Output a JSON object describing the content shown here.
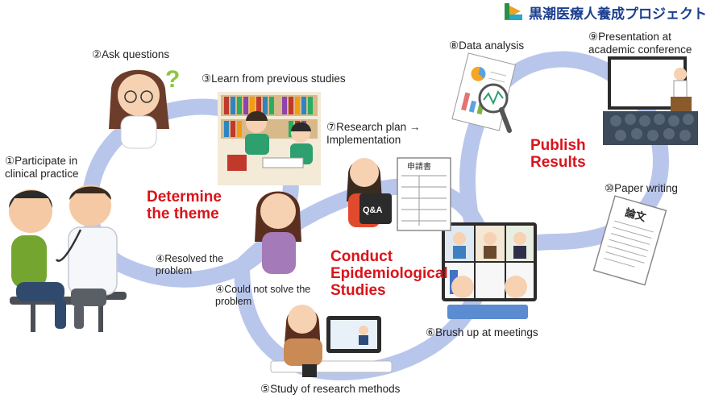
{
  "logo": {
    "text": "黒潮医療人養成プロジェクト"
  },
  "steps": {
    "s1": "①Participate in clinical practice",
    "s2": "②Ask questions",
    "s3": "③Learn from previous studies",
    "s4a": "④Resolved the problem",
    "s4b": "④Could not solve the problem",
    "s5": "⑤Study of research methods",
    "s6": "⑥Brush up at meetings",
    "s7": "⑦Research plan → Implementation",
    "s8": "⑧Data analysis",
    "s9": "⑨Presentation at academic conference",
    "s10": "⑩Paper writing"
  },
  "phases": {
    "p1": "Determine the theme",
    "p2": "Conduct Epidemiological Studies",
    "p3": "Publish Results"
  },
  "paper_icon": {
    "title": "論文"
  },
  "form_icon": {
    "title": "申請書"
  },
  "tablet_icon": {
    "text": "Q&A"
  },
  "colors": {
    "loop": "#b9c6ec",
    "phase": "#d9141b",
    "logo": "#1c3f8f"
  }
}
